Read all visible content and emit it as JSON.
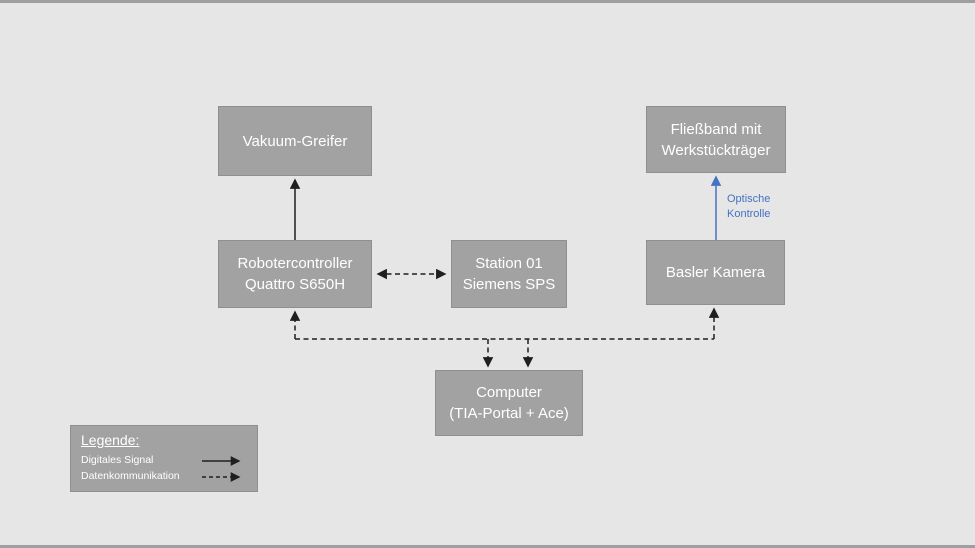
{
  "page": {
    "background": "#e6e6e6",
    "edge_strip_color": "#9f9f9f"
  },
  "boxes": {
    "vakuum_greifer": {
      "label": "Vakuum-Greifer"
    },
    "fliessband": {
      "line1": "Fließband mit",
      "line2": "Werkstückträger"
    },
    "robotercontroller": {
      "line1": "Robotercontroller",
      "line2": "Quattro S650H"
    },
    "station": {
      "line1": "Station 01",
      "line2": "Siemens SPS"
    },
    "basler_kamera": {
      "label": "Basler Kamera"
    },
    "computer": {
      "line1": "Computer",
      "line2": "(TIA-Portal + Ace)"
    }
  },
  "annotations": {
    "optische_kontrolle": {
      "line1": "Optische",
      "line2": "Kontrolle",
      "color": "#4472c4"
    }
  },
  "legend": {
    "title": "Legende:",
    "items": [
      {
        "label": "Digitales Signal",
        "line_style": "solid"
      },
      {
        "label": "Datenkommunikation",
        "line_style": "dashed"
      }
    ]
  },
  "colors": {
    "box_fill": "#a2a2a2",
    "box_border": "#8f8f8f",
    "box_text": "#ffffff",
    "arrow_black": "#1f1f1f",
    "arrow_blue": "#4472c4"
  }
}
